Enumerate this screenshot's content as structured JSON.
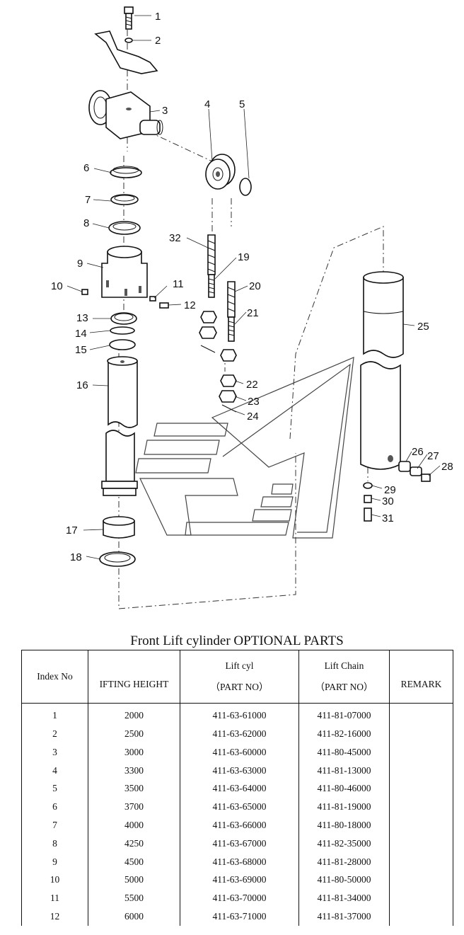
{
  "diagram": {
    "callouts": [
      "1",
      "2",
      "3",
      "4",
      "5",
      "6",
      "7",
      "8",
      "9",
      "10",
      "11",
      "12",
      "13",
      "14",
      "15",
      "16",
      "17",
      "18",
      "19",
      "20",
      "21",
      "22",
      "23",
      "24",
      "25",
      "26",
      "27",
      "28",
      "29",
      "30",
      "31",
      "32"
    ]
  },
  "table": {
    "title": "Front Lift cylinder OPTIONAL PARTS",
    "headers": {
      "index": "Index No",
      "height": "IFTING HEIGHT",
      "cyl_line1": "Lift cyl",
      "cyl_line2": "（PART NO）",
      "chain_line1": "Lift Chain",
      "chain_line2": "（PART NO）",
      "remark": "REMARK"
    },
    "rows": [
      {
        "index": "1",
        "height": "2000",
        "cyl": "411-63-61000",
        "chain": "411-81-07000",
        "remark": ""
      },
      {
        "index": "2",
        "height": "2500",
        "cyl": "411-63-62000",
        "chain": "411-82-16000",
        "remark": ""
      },
      {
        "index": "3",
        "height": "3000",
        "cyl": "411-63-60000",
        "chain": "411-80-45000",
        "remark": ""
      },
      {
        "index": "4",
        "height": "3300",
        "cyl": "411-63-63000",
        "chain": "411-81-13000",
        "remark": ""
      },
      {
        "index": "5",
        "height": "3500",
        "cyl": "411-63-64000",
        "chain": "411-80-46000",
        "remark": ""
      },
      {
        "index": "6",
        "height": "3700",
        "cyl": "411-63-65000",
        "chain": "411-81-19000",
        "remark": ""
      },
      {
        "index": "7",
        "height": "4000",
        "cyl": "411-63-66000",
        "chain": "411-80-18000",
        "remark": ""
      },
      {
        "index": "8",
        "height": "4250",
        "cyl": "411-63-67000",
        "chain": "411-82-35000",
        "remark": ""
      },
      {
        "index": "9",
        "height": "4500",
        "cyl": "411-63-68000",
        "chain": "411-81-28000",
        "remark": ""
      },
      {
        "index": "10",
        "height": "5000",
        "cyl": "411-63-69000",
        "chain": "411-80-50000",
        "remark": ""
      },
      {
        "index": "11",
        "height": "5500",
        "cyl": "411-63-70000",
        "chain": "411-81-34000",
        "remark": ""
      },
      {
        "index": "12",
        "height": "6000",
        "cyl": "411-63-71000",
        "chain": "411-81-37000",
        "remark": ""
      }
    ]
  }
}
